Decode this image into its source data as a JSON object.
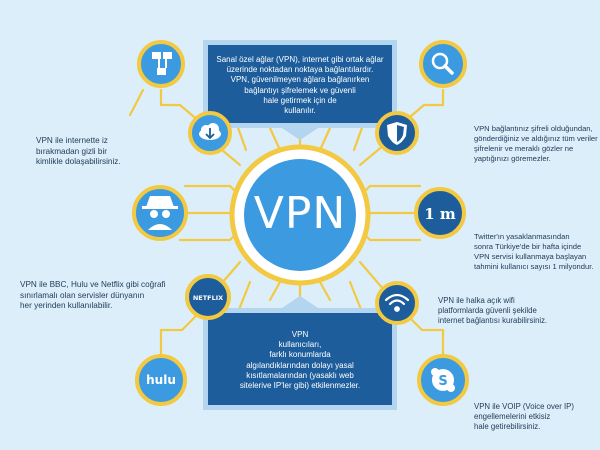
{
  "center": {
    "label": "VPN"
  },
  "colors": {
    "background": "#dbeef9",
    "accent_yellow": "#f2c940",
    "circle_blue": "#3b9ae0",
    "dark_blue": "#1d5d9c",
    "light_blue": "#b4d5ef"
  },
  "top_box": {
    "lines": [
      "Sanal özel ağlar (VPN), internet gibi ortak ağlar",
      "üzerinde noktadan noktaya bağlantılardır.",
      "VPN, güvenilmeyen ağlara bağlanırken",
      "bağlantıyı şifrelemek ve güvenli",
      "hale getirmek için de",
      "kullanılır."
    ]
  },
  "bottom_box": {
    "lines": [
      "VPN",
      "kullanıcıları,",
      "farklı konumlarda",
      "algılandıklarından dolayı yasal",
      "kısıtlamalarından (yasaklı web",
      "sitelerive IP'ler gibi) etkilenmezler."
    ]
  },
  "nodes": {
    "network": {
      "icon": "network-icon"
    },
    "download": {
      "icon": "cloud-download-icon"
    },
    "spy": {
      "icon": "spy-icon"
    },
    "netflix": {
      "icon": "netflix-icon",
      "text": "NETFLIX"
    },
    "hulu": {
      "icon": "hulu-icon",
      "text": "hulu"
    },
    "search": {
      "icon": "magnifier-icon"
    },
    "shield": {
      "icon": "shield-icon"
    },
    "million": {
      "icon": "million-icon",
      "text": "1 m"
    },
    "wifi": {
      "icon": "wifi-icon"
    },
    "skype": {
      "icon": "skype-icon"
    }
  },
  "captions": {
    "left_1": [
      "VPN ile internette iz",
      "bırakmadan gizli bir",
      "kimlikle dolaşabilirsiniz."
    ],
    "left_2": [
      "VPN ile BBC, Hulu ve Netflix gibi coğrafi",
      "sınırlamalı olan servisler dünyanın",
      "her yerinden kullanılabilir."
    ],
    "right_1": [
      "VPN bağlantınız şifreli olduğundan,",
      "gönderdiğiniz ve aldığınız tüm veriler",
      "şifrelenir ve meraklı gözler ne",
      "yaptığınızı göremezler."
    ],
    "right_2": [
      "Twitter'ın yasaklanmasından",
      "sonra Türkiye'de bir hafta içinde",
      "VPN servisi kullanmaya başlayan",
      "tahmini kullanıcı sayısı 1 milyondur."
    ],
    "right_3": [
      "VPN ile halka açık wifi",
      "platformlarda güvenli şekilde",
      "internet bağlantısı kurabilirsiniz."
    ],
    "right_4": [
      "VPN ile VOIP (Voice over IP)",
      "engellemelerini etkisiz",
      "hale getirebilirsiniz."
    ]
  }
}
